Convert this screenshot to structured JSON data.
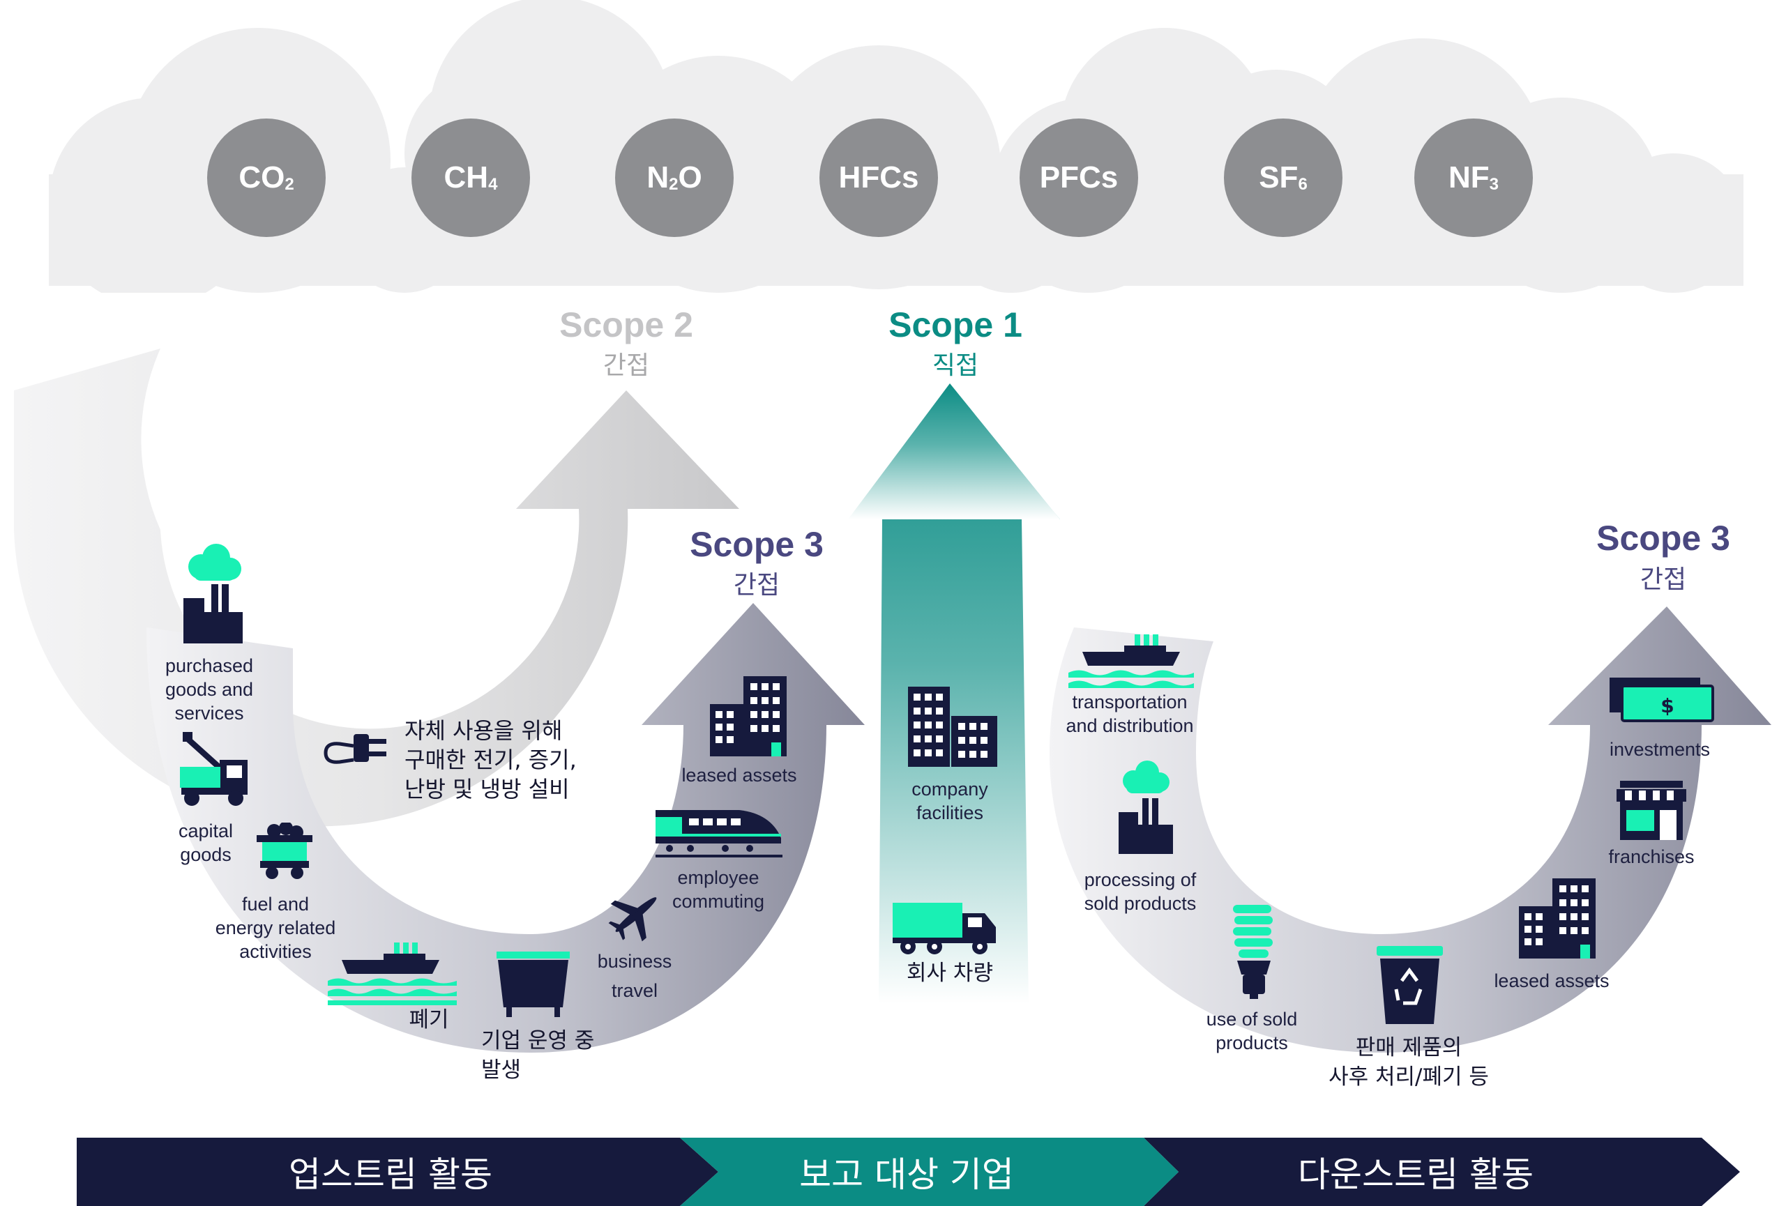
{
  "colors": {
    "navy": "#161a3d",
    "teal": "#0b8c84",
    "mint": "#19f0b4",
    "grey_circle": "#8d8e91",
    "cloud": "#eeeeef",
    "scope2": "#c4c4c6",
    "scope3_arrow": "#8a8b9c",
    "scope3_text": "#4a4880",
    "scope1_text": "#0b8c84"
  },
  "gases": [
    {
      "base": "CO",
      "sub": "2"
    },
    {
      "base": "CH",
      "sub": "4"
    },
    {
      "base": "N",
      "sub": "2",
      "tail": "O"
    },
    {
      "base": "HFCs",
      "sub": ""
    },
    {
      "base": "PFCs",
      "sub": ""
    },
    {
      "base": "SF",
      "sub": "6"
    },
    {
      "base": "NF",
      "sub": "3"
    }
  ],
  "scope2": {
    "title": "Scope 2",
    "sub": "간접",
    "description": "자체 사용을 위해\n구매한 전기, 증기,\n난방 및 냉방 설비"
  },
  "scope1": {
    "title": "Scope 1",
    "sub": "직접"
  },
  "scope3_up": {
    "title": "Scope 3",
    "sub": "간접"
  },
  "scope3_down": {
    "title": "Scope 3",
    "sub": "간접"
  },
  "upstream_items": {
    "purchased": "purchased\ngoods and\nservices",
    "capital": "capital\ngoods",
    "fuel": "fuel and\nenergy related\nactivities",
    "waste": "폐기",
    "operations": "기업 운영 중\n발생",
    "business_travel_1": "business",
    "business_travel_2": "travel",
    "commuting": "employee\ncommuting",
    "leased": "leased assets"
  },
  "company_items": {
    "facilities": "company\nfacilities",
    "vehicles": "회사 차량"
  },
  "downstream_items": {
    "transport": "transportation\nand distribution",
    "processing": "processing of\nsold products",
    "use": "use of sold\nproducts",
    "end_of_life": "판매 제품의\n사후 처리/폐기 등",
    "leased": "leased assets",
    "franchises": "franchises",
    "investments": "investments"
  },
  "icons": [
    "factory-cloud-icon",
    "crane-truck-icon",
    "coal-cart-icon",
    "ship-icon",
    "dumpster-icon",
    "airplane-icon",
    "train-icon",
    "building-icon",
    "plug-icon",
    "delivery-truck-icon",
    "lightbulb-icon",
    "recycle-bin-icon",
    "shop-icon",
    "money-icon"
  ],
  "bottom_bar": {
    "upstream": "업스트림 활동",
    "company": "보고 대상 기업",
    "downstream": "다운스트림 활동"
  }
}
